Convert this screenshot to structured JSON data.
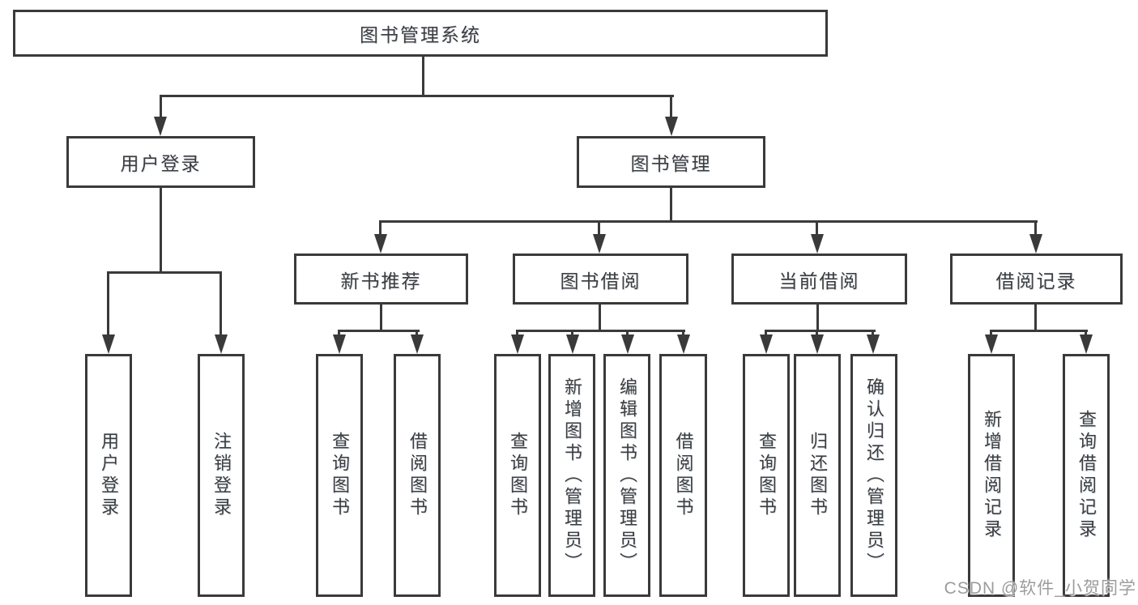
{
  "title": {
    "label": "图书管理系统"
  },
  "nodes": {
    "level2": [
      {
        "label": "用户登录"
      },
      {
        "label": "图书管理"
      }
    ],
    "level3": [
      {
        "label": "新书推荐"
      },
      {
        "label": "图书借阅"
      },
      {
        "label": "当前借阅"
      },
      {
        "label": "借阅记录"
      }
    ],
    "leaves": [
      {
        "label": "用户登录"
      },
      {
        "label": "注销登录"
      },
      {
        "label": "查询图书"
      },
      {
        "label": "借阅图书"
      },
      {
        "label": "查询图书"
      },
      {
        "label": "新增图书（管理员）"
      },
      {
        "label": "编辑图书（管理员）"
      },
      {
        "label": "借阅图书"
      },
      {
        "label": "查询图书"
      },
      {
        "label": "归还图书"
      },
      {
        "label": "确认归还（管理员）"
      },
      {
        "label": "新增借阅记录"
      },
      {
        "label": "查询借阅记录"
      }
    ]
  },
  "watermark": {
    "text": "CSDN @软件_小贺同学"
  },
  "colors": {
    "line": "#3a3a3a",
    "text": "#3d3d3d",
    "watermark": "#9c9c9c",
    "background": "#ffffff"
  }
}
